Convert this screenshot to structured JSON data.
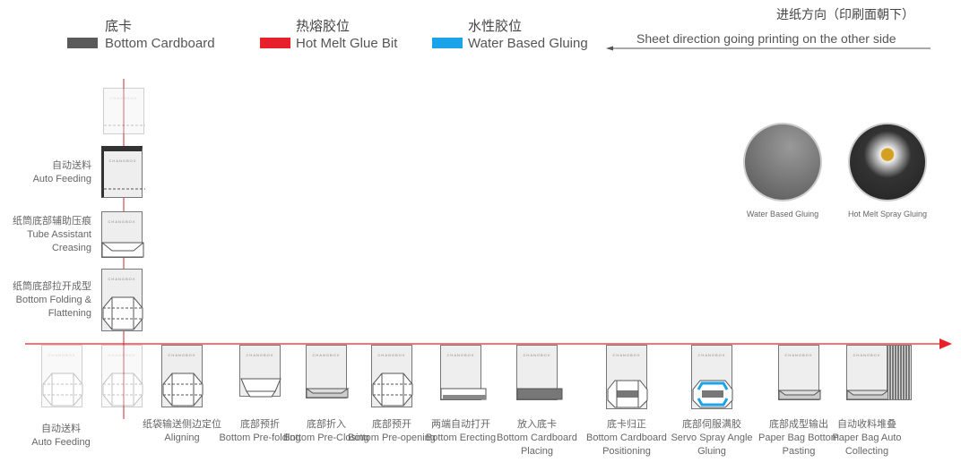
{
  "legend": [
    {
      "cn": "底卡",
      "en": "Bottom Cardboard",
      "color": "#5a5a5a"
    },
    {
      "cn": "热熔胶位",
      "en": "Hot Melt Glue Bit",
      "color": "#e8202a"
    },
    {
      "cn": "水性胶位",
      "en": "Water Based Gluing",
      "color": "#1aa3e8"
    }
  ],
  "direction": {
    "cn": "进纸方向（印刷面朝下）",
    "en": "Sheet direction going printing on the other side"
  },
  "brand": "CHANGBOX",
  "vertical_steps": [
    {
      "cn": "自动送料",
      "en": "Auto Feeding"
    },
    {
      "cn": "纸筒底部辅助压痕",
      "en": "Tube Assistant Creasing"
    },
    {
      "cn": "纸筒底部拉开成型",
      "en": "Bottom Folding & Flattening"
    }
  ],
  "steps": [
    {
      "cn": "自动送料",
      "en": "Auto Feeding"
    },
    {
      "cn": "纸袋输送侧边定位",
      "en": "Aligning"
    },
    {
      "cn": "底部预折",
      "en": "Bottom Pre-folding"
    },
    {
      "cn": "底部折入",
      "en": "Bottom Pre-Closing"
    },
    {
      "cn": "底部预开",
      "en": "Bottom Pre-opening"
    },
    {
      "cn": "两端自动打开",
      "en": "Bottom Erecting"
    },
    {
      "cn": "放入底卡",
      "en": "Bottom Cardboard Placing"
    },
    {
      "cn": "底卡归正",
      "en": "Bottom Cardboard Positioning"
    },
    {
      "cn": "底部伺服满胶",
      "en": "Servo Spray Angle Gluing"
    },
    {
      "cn": "底部成型输出",
      "en": "Paper Bag Bottom Pasting"
    },
    {
      "cn": "自动收料堆叠",
      "en": "Paper Bag Auto Collecting"
    }
  ],
  "photos": [
    {
      "caption": "Water Based Gluing"
    },
    {
      "caption": "Hot Melt Spray Gluing"
    }
  ]
}
